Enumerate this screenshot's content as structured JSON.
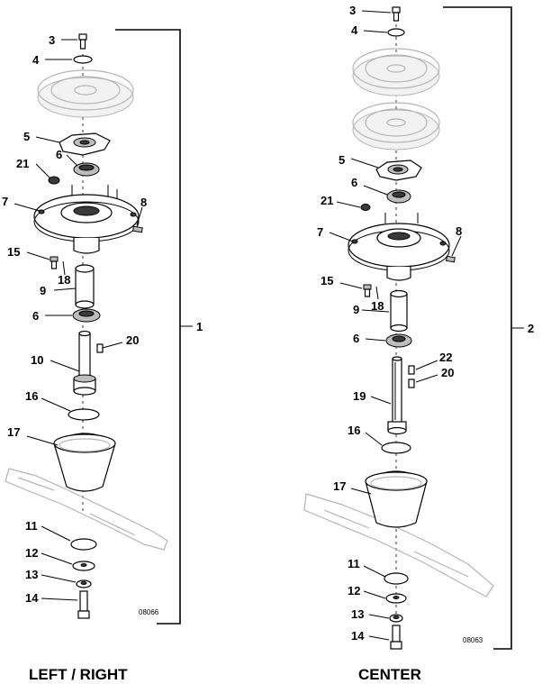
{
  "assemblies": [
    {
      "id": "left-right",
      "caption": "LEFT / RIGHT",
      "assembly_number": "1",
      "drawing_code": "08066",
      "callouts": [
        "3",
        "4",
        "5",
        "21",
        "6",
        "7",
        "8",
        "15",
        "18",
        "9",
        "6",
        "20",
        "10",
        "16",
        "17",
        "11",
        "12",
        "13",
        "14"
      ]
    },
    {
      "id": "center",
      "caption": "CENTER",
      "assembly_number": "2",
      "drawing_code": "08063",
      "callouts": [
        "3",
        "4",
        "5",
        "6",
        "21",
        "7",
        "8",
        "15",
        "18",
        "9",
        "6",
        "22",
        "20",
        "19",
        "16",
        "17",
        "11",
        "12",
        "13",
        "14"
      ]
    }
  ]
}
